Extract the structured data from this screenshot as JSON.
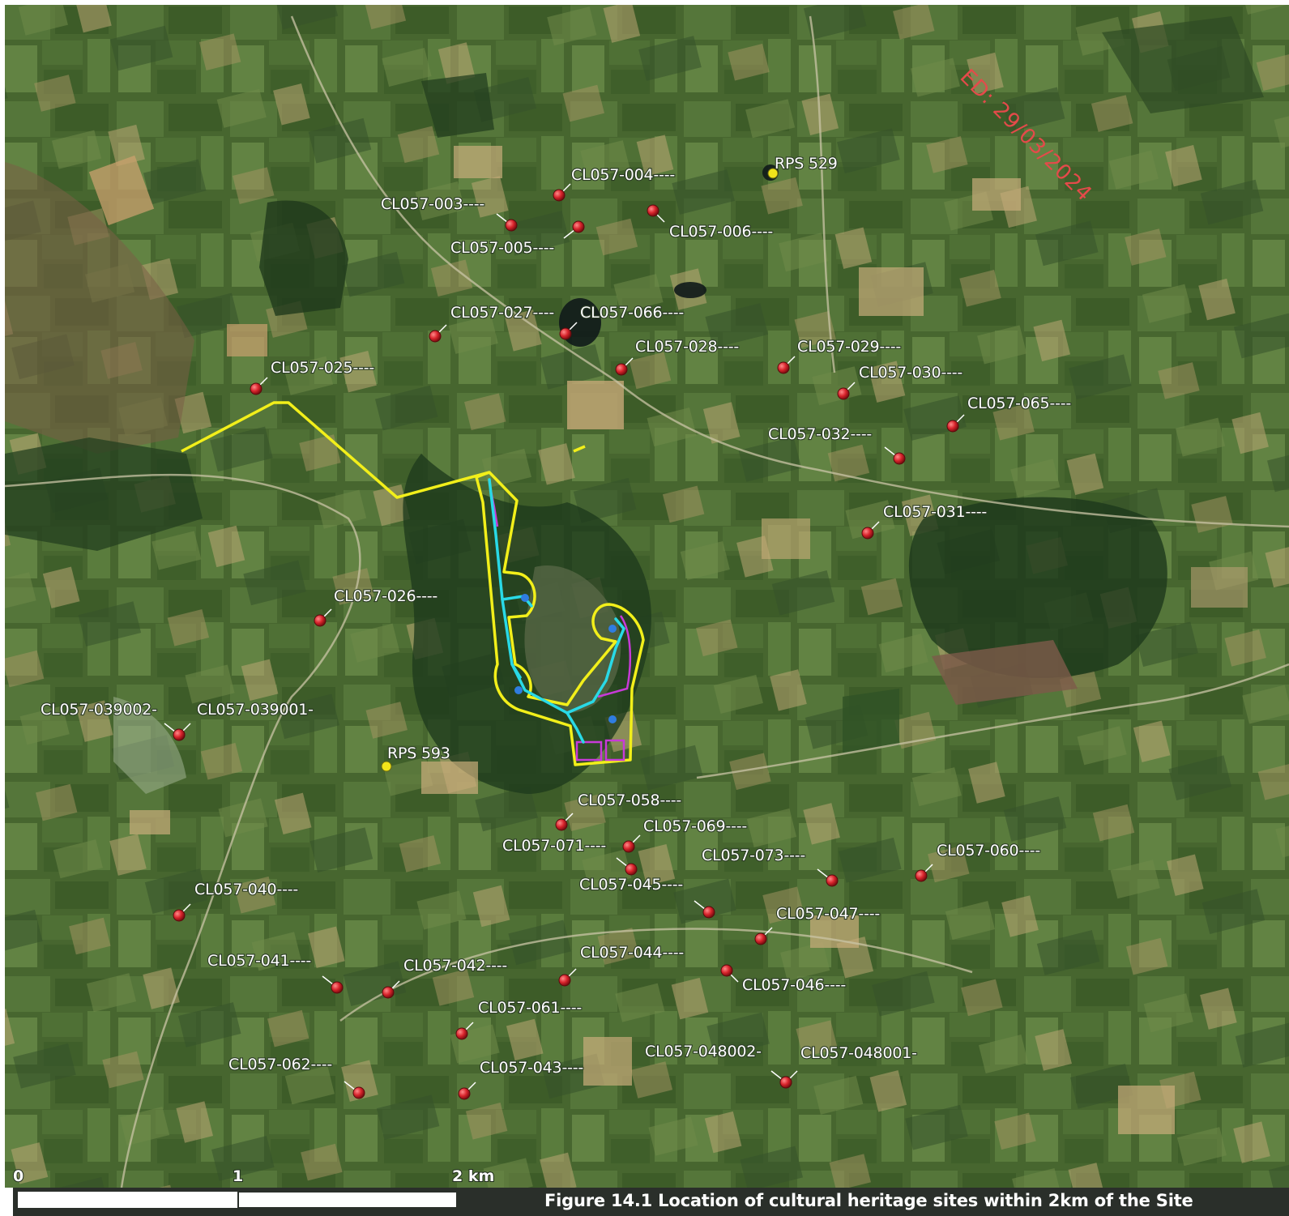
{
  "figure": {
    "caption": "Figure 14.1 Location of cultural heritage sites within 2km of the Site",
    "stamp": "ED: 29/03/2024"
  },
  "scale_bar": {
    "ticks": [
      "0",
      "1",
      "2 km"
    ]
  },
  "colors": {
    "site_boundary": "#f2ef1a",
    "access_track": "#29d9e6",
    "infrastructure": "#c83ad8",
    "turbine_points": "#2f7de0",
    "monument_marker": "#d8242c",
    "rps_marker": "#f2e51a",
    "label_text": "#ffffff"
  },
  "sites": [
    {
      "id": "CL057-003----",
      "marker": "monument"
    },
    {
      "id": "CL057-004----",
      "marker": "monument"
    },
    {
      "id": "CL057-005----",
      "marker": "monument"
    },
    {
      "id": "CL057-006----",
      "marker": "monument"
    },
    {
      "id": "RPS 529",
      "marker": "rps"
    },
    {
      "id": "CL057-027----",
      "marker": "monument"
    },
    {
      "id": "CL057-066----",
      "marker": "monument"
    },
    {
      "id": "CL057-028----",
      "marker": "monument"
    },
    {
      "id": "CL057-029----",
      "marker": "monument"
    },
    {
      "id": "CL057-030----",
      "marker": "monument"
    },
    {
      "id": "CL057-025----",
      "marker": "monument"
    },
    {
      "id": "CL057-065----",
      "marker": "monument"
    },
    {
      "id": "CL057-032----",
      "marker": "monument"
    },
    {
      "id": "CL057-031----",
      "marker": "monument"
    },
    {
      "id": "CL057-026----",
      "marker": "monument"
    },
    {
      "id": "CL057-039002-",
      "marker": "monument"
    },
    {
      "id": "CL057-039001-",
      "marker": "monument"
    },
    {
      "id": "RPS 593",
      "marker": "rps"
    },
    {
      "id": "CL057-058----",
      "marker": "monument"
    },
    {
      "id": "CL057-069----",
      "marker": "monument"
    },
    {
      "id": "CL057-071----",
      "marker": "monument"
    },
    {
      "id": "CL057-073----",
      "marker": "monument"
    },
    {
      "id": "CL057-060----",
      "marker": "monument"
    },
    {
      "id": "CL057-040----",
      "marker": "monument"
    },
    {
      "id": "CL057-045----",
      "marker": "monument"
    },
    {
      "id": "CL057-047----",
      "marker": "monument"
    },
    {
      "id": "CL057-041----",
      "marker": "monument"
    },
    {
      "id": "CL057-042----",
      "marker": "monument"
    },
    {
      "id": "CL057-044----",
      "marker": "monument"
    },
    {
      "id": "CL057-046----",
      "marker": "monument"
    },
    {
      "id": "CL057-061----",
      "marker": "monument"
    },
    {
      "id": "CL057-048002-",
      "marker": "monument"
    },
    {
      "id": "CL057-048001-",
      "marker": "monument"
    },
    {
      "id": "CL057-062----",
      "marker": "monument"
    },
    {
      "id": "CL057-043----",
      "marker": "monument"
    }
  ]
}
